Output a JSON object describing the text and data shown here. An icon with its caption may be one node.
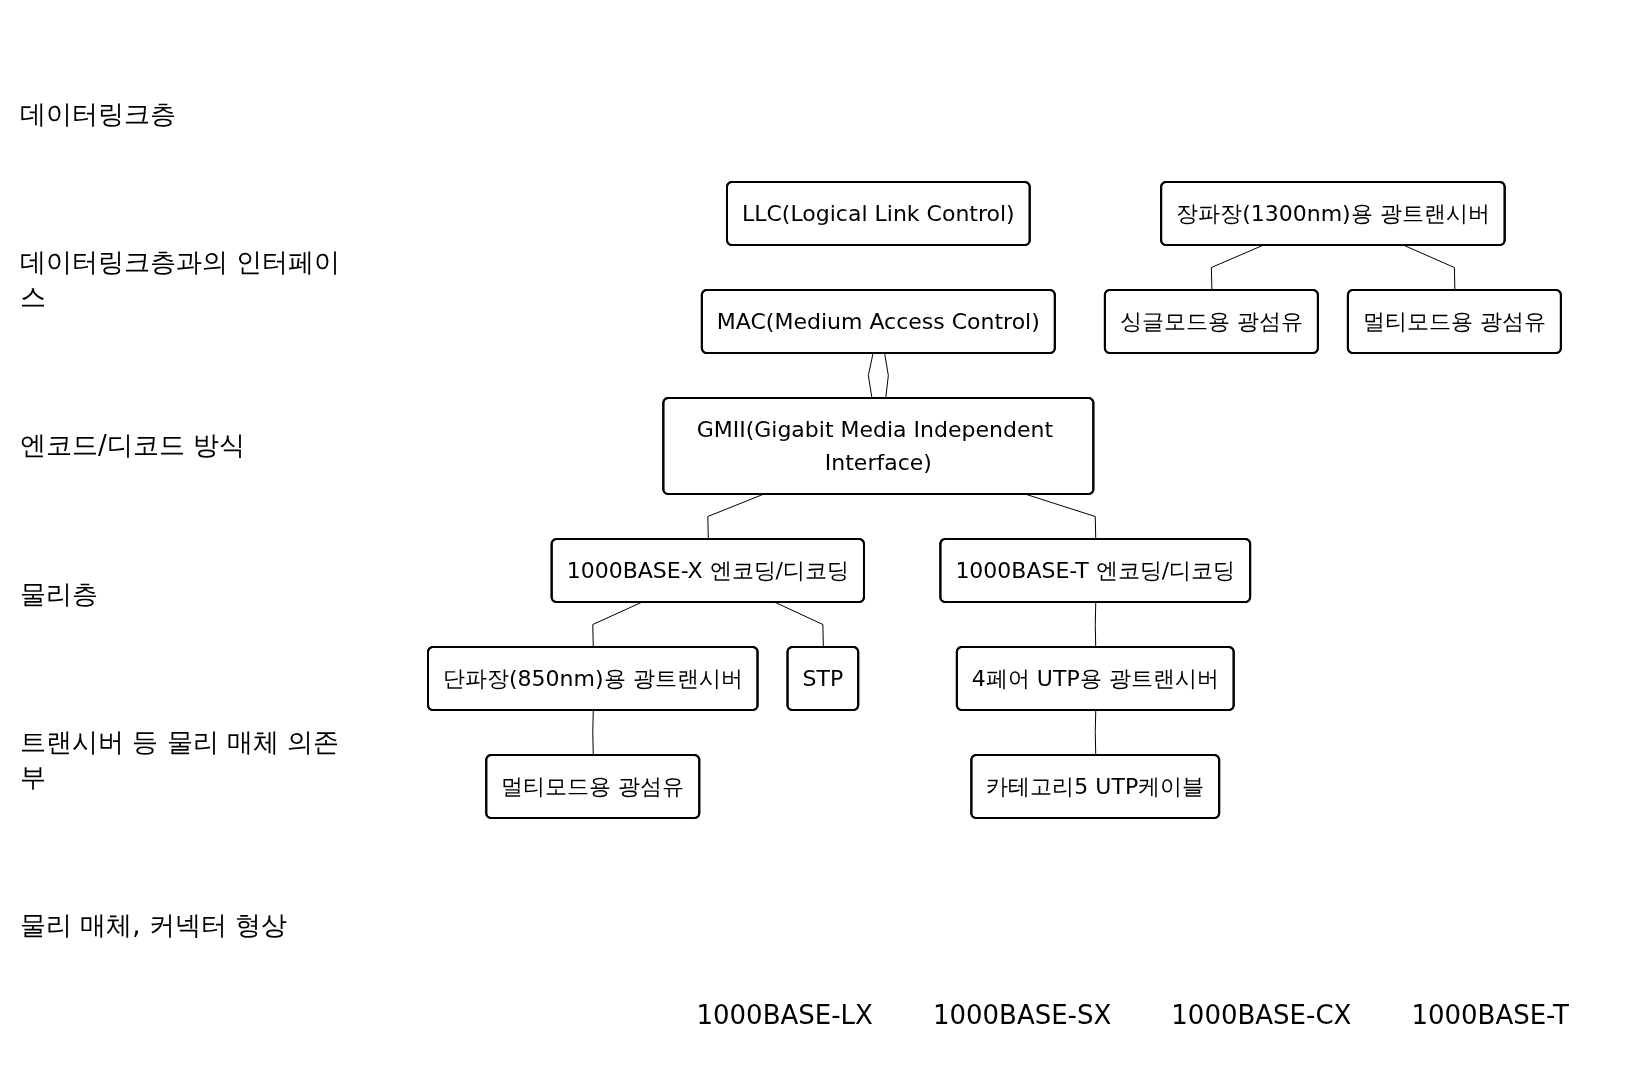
{
  "diagram": {
    "nodes": [
      {
        "text": [
          "LLC(Logical Link Control)"
        ]
      },
      {
        "text": [
          "MAC(Medium Access Control)"
        ]
      },
      {
        "text": [
          "GMII(Gigabit Media Independent Interface)"
        ]
      },
      {
        "text": [
          "1000BASE-X 엔코딩/디코딩"
        ]
      },
      {
        "text": [
          "1000BASE-T 엔코딩/디코딩"
        ]
      },
      {
        "text": [
          "장파장(1300nm)용 광트랜시버"
        ]
      },
      {
        "text": [
          "단파장(850nm)용 광트랜시버"
        ]
      },
      {
        "text": [
          "4페어 UTP용 광트랜시버"
        ]
      },
      {
        "text": [
          "싱글모드용 광섬유"
        ]
      },
      {
        "text": [
          "멀티모드용 광섬유"
        ]
      },
      {
        "text": [
          "멀티모드용 광섬유"
        ]
      },
      {
        "text": [
          "STP"
        ]
      },
      {
        "text": [
          "카테고리5 UTP케이블"
        ]
      }
    ],
    "edges": [
      {
        "from": 1,
        "to": 2,
        "arrow": "none"
      },
      {
        "from": 1,
        "to": 2,
        "arrow": "none"
      },
      {
        "from": 2,
        "to": 3,
        "arrow": "none"
      },
      {
        "from": 2,
        "to": 4,
        "arrow": "none"
      },
      {
        "from": 3,
        "to": 6,
        "arrow": "none"
      },
      {
        "from": 3,
        "to": 11,
        "arrow": "none"
      },
      {
        "from": 4,
        "to": 7,
        "arrow": "none"
      },
      {
        "from": 5,
        "to": 8,
        "arrow": "none"
      },
      {
        "from": 5,
        "to": 9,
        "arrow": "none"
      },
      {
        "from": 6,
        "to": 10,
        "arrow": "none"
      },
      {
        "from": 7,
        "to": 12,
        "arrow": "none"
      }
    ],
    "labels": [
      "데이터링크층",
      "데이터링크층과의 인터페이스",
      "엔코드/디코드 방식",
      "물리층",
      "트랜시버 등 물리 매체 의존부",
      "물리 매체, 커넥터 형상",
      "1000BASE-LX",
      "1000BASE-SX",
      "1000BASE-CX",
      "1000BASE-T"
    ]
  }
}
